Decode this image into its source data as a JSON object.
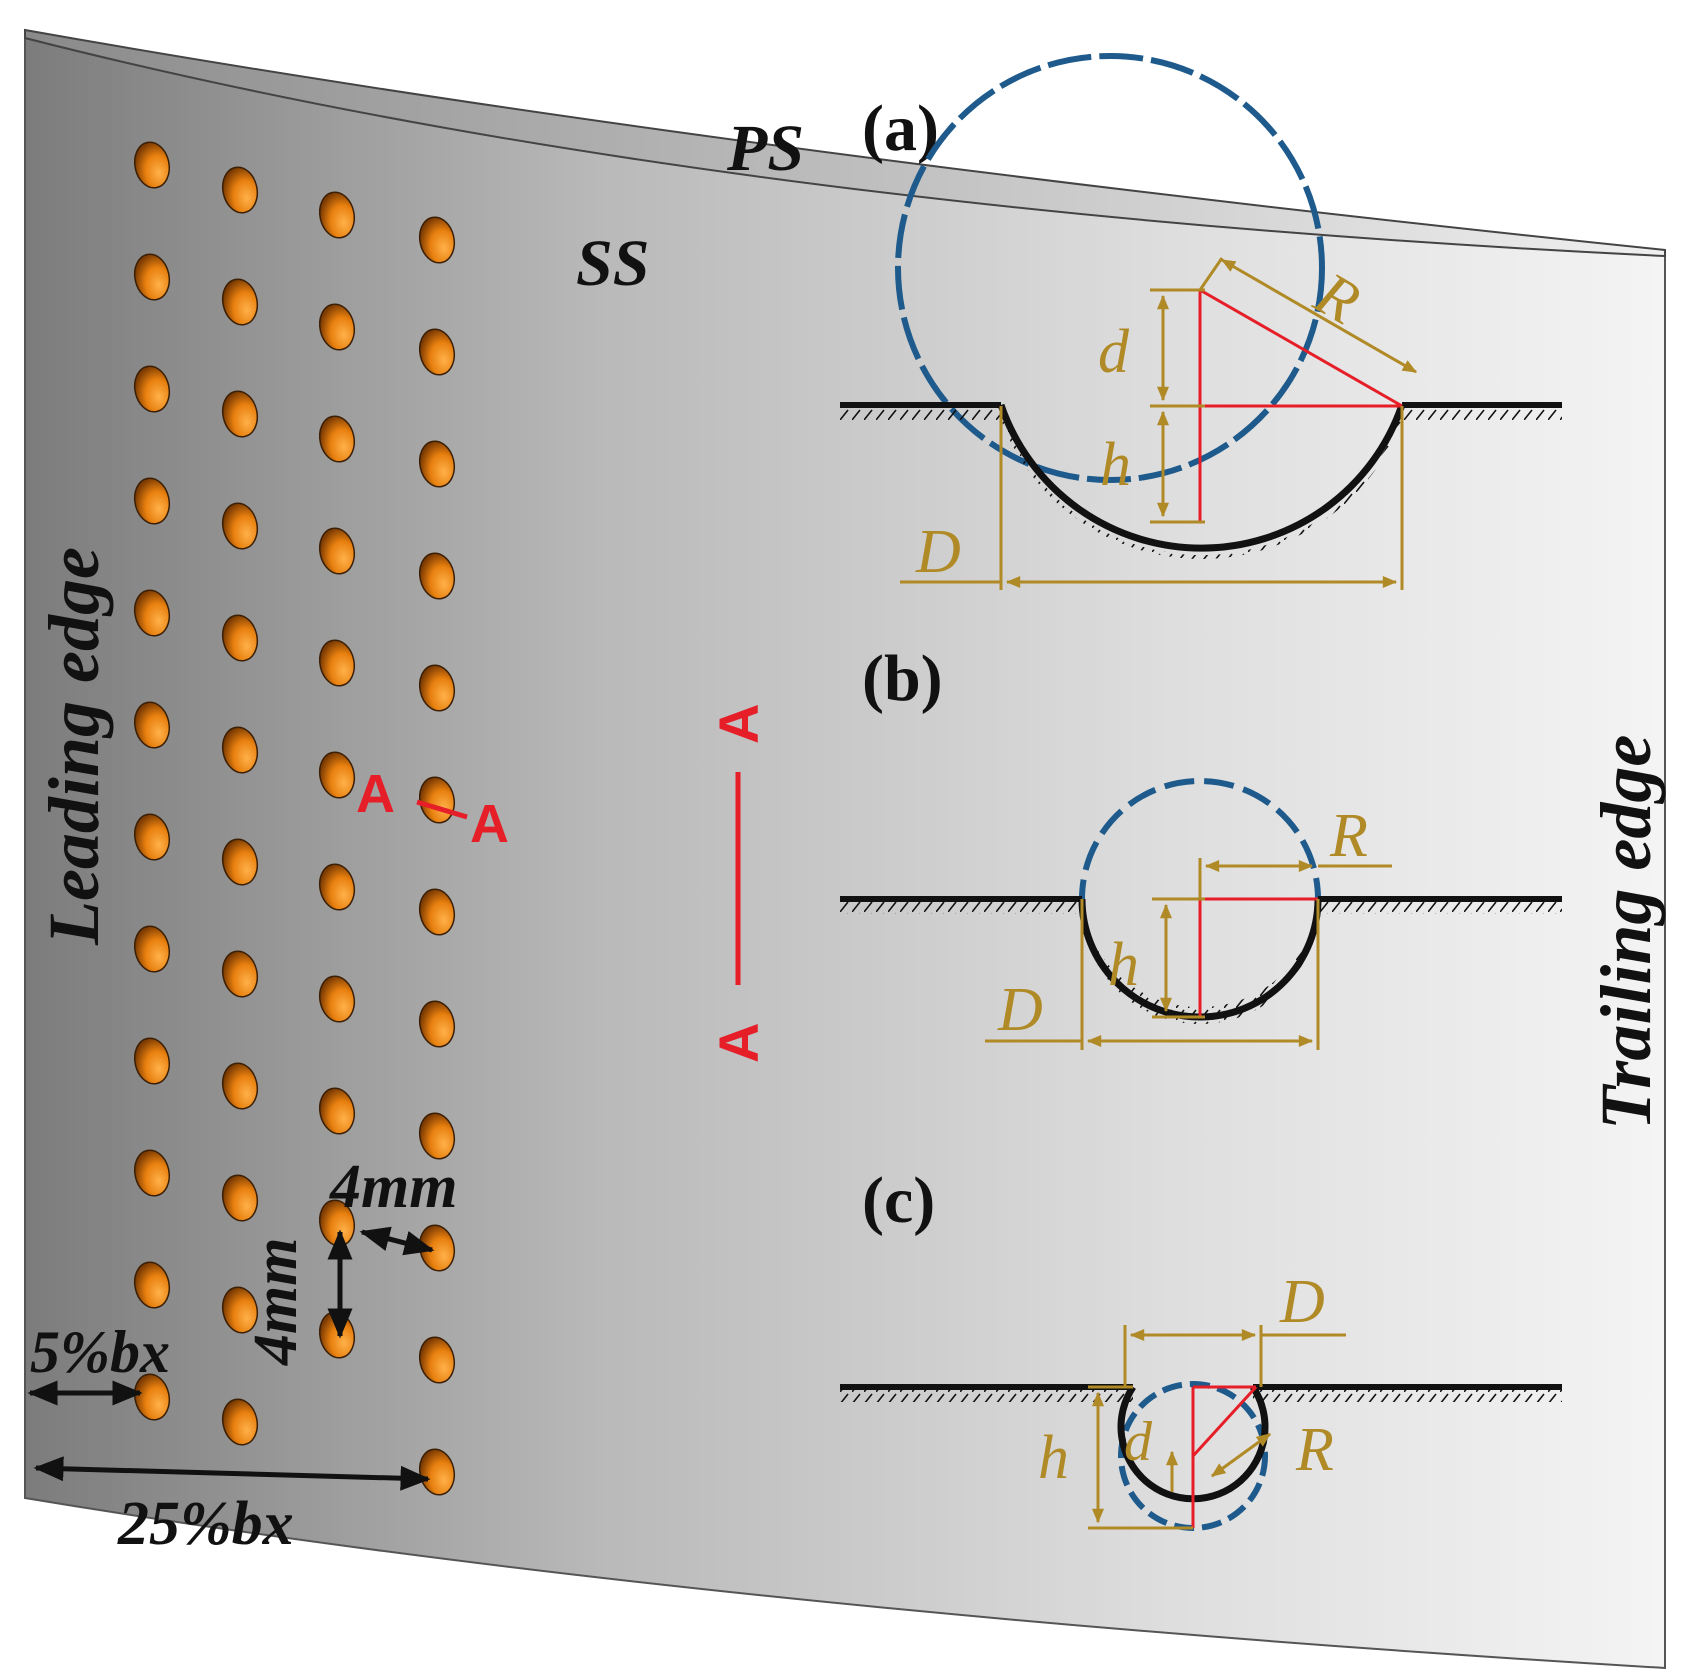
{
  "labels": {
    "pressure_side": "PS",
    "suction_side": "SS",
    "leading_edge": "Leading edge",
    "trailing_edge": "Trailing edge",
    "section_mark": "A",
    "section_cut": "A-A",
    "pitch_horizontal": "4mm",
    "pitch_vertical": "4mm",
    "first_row_position": "5%bx",
    "last_row_position": "25%bx"
  },
  "panels": [
    {
      "id": "a",
      "label": "(a)",
      "dims": {
        "radius": "R",
        "depth_to_center": "d",
        "height": "h",
        "diameter": "D"
      }
    },
    {
      "id": "b",
      "label": "(b)",
      "dims": {
        "radius": "R",
        "height": "h",
        "diameter": "D"
      }
    },
    {
      "id": "c",
      "label": "(c)",
      "dims": {
        "diameter": "D",
        "height": "h",
        "depth_to_center": "d",
        "radius": "R"
      }
    }
  ],
  "colors": {
    "blade_dark": "#7c7c7c",
    "blade_light": "#f3f3f3",
    "dimple": "#e8800f",
    "dimension": "#b08a26",
    "construction": "#e61e28",
    "sphere_outline": "#1e5b8c",
    "ink": "#111111"
  }
}
